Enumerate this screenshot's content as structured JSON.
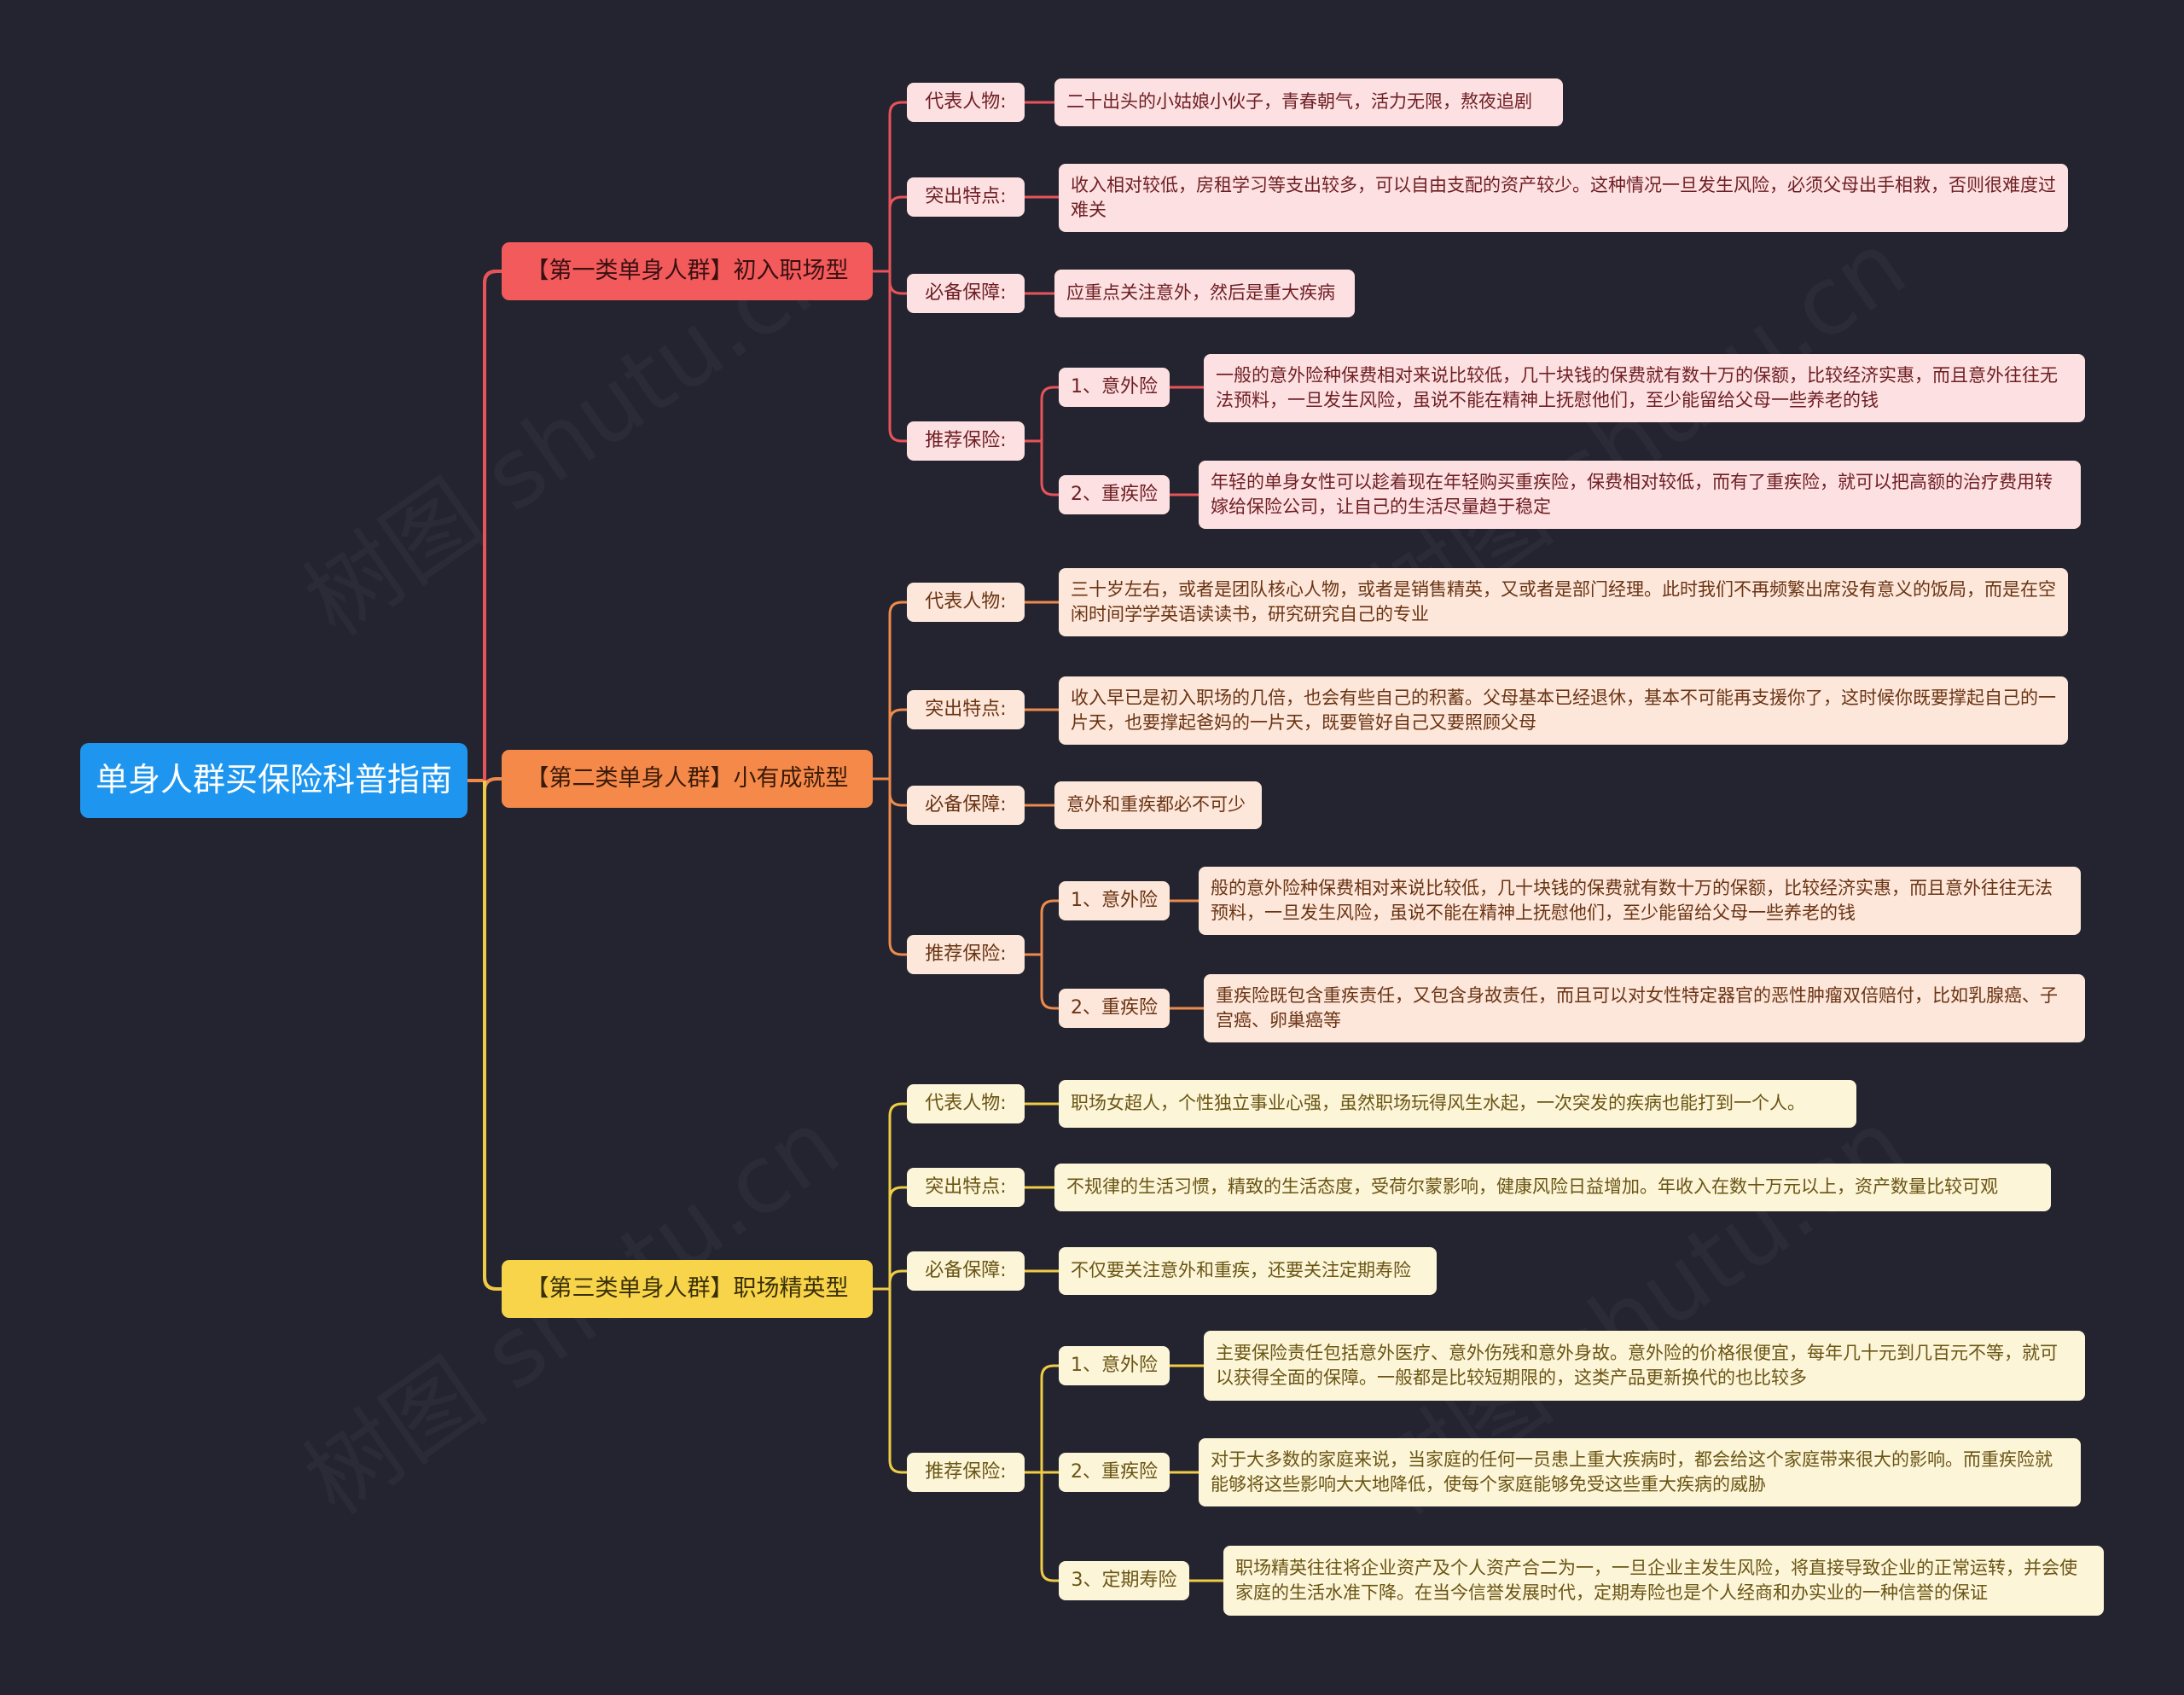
{
  "root": {
    "title": "单身人群买保险科普指南"
  },
  "colors": {
    "background": "#23242f",
    "root": "#1e96f0",
    "line_root": "#e05a4f",
    "groups": [
      {
        "line": "#e8535a",
        "branch": "#f25a5c"
      },
      {
        "line": "#ee8a4c",
        "branch": "#f5894a"
      },
      {
        "line": "#efcc45",
        "branch": "#f7d44a"
      }
    ]
  },
  "watermark": "树图 shutu.cn",
  "groups": [
    {
      "title": "【第一类单身人群】初入职场型",
      "rep_label": "代表人物:",
      "rep_text": "二十出头的小姑娘小伙子，青春朝气，活力无限，熬夜追剧",
      "feat_label": "突出特点:",
      "feat_text": "收入相对较低，房租学习等支出较多，可以自由支配的资产较少。这种情况一旦发生风险，必须父母出手相救，否则很难度过难关",
      "must_label": "必备保障:",
      "must_text": "应重点关注意外，然后是重大疾病",
      "rec_label": "推荐保险:",
      "recs": [
        {
          "name": "1、意外险",
          "text": "一般的意外险种保费相对来说比较低，几十块钱的保费就有数十万的保额，比较经济实惠，而且意外往往无法预料，一旦发生风险，虽说不能在精神上抚慰他们，至少能留给父母一些养老的钱"
        },
        {
          "name": "2、重疾险",
          "text": "年轻的单身女性可以趁着现在年轻购买重疾险，保费相对较低，而有了重疾险，就可以把高额的治疗费用转嫁给保险公司，让自己的生活尽量趋于稳定"
        }
      ]
    },
    {
      "title": "【第二类单身人群】小有成就型",
      "rep_label": "代表人物:",
      "rep_text": "三十岁左右，或者是团队核心人物，或者是销售精英，又或者是部门经理。此时我们不再频繁出席没有意义的饭局，而是在空闲时间学学英语读读书，研究研究自己的专业",
      "feat_label": "突出特点:",
      "feat_text": "收入早已是初入职场的几倍，也会有些自己的积蓄。父母基本已经退休，基本不可能再支援你了，这时候你既要撑起自己的一片天，也要撑起爸妈的一片天，既要管好自己又要照顾父母",
      "must_label": "必备保障:",
      "must_text": "意外和重疾都必不可少",
      "rec_label": "推荐保险:",
      "recs": [
        {
          "name": "1、意外险",
          "text": "般的意外险种保费相对来说比较低，几十块钱的保费就有数十万的保额，比较经济实惠，而且意外往往无法预料，一旦发生风险，虽说不能在精神上抚慰他们，至少能留给父母一些养老的钱"
        },
        {
          "name": "2、重疾险",
          "text": "重疾险既包含重疾责任，又包含身故责任，而且可以对女性特定器官的恶性肿瘤双倍赔付，比如乳腺癌、子宫癌、卵巢癌等"
        }
      ]
    },
    {
      "title": "【第三类单身人群】职场精英型",
      "rep_label": "代表人物:",
      "rep_text": "职场女超人，个性独立事业心强，虽然职场玩得风生水起，一次突发的疾病也能打到一个人。",
      "feat_label": "突出特点:",
      "feat_text": "不规律的生活习惯，精致的生活态度，受荷尔蒙影响，健康风险日益增加。年收入在数十万元以上，资产数量比较可观",
      "must_label": "必备保障:",
      "must_text": "不仅要关注意外和重疾，还要关注定期寿险",
      "rec_label": "推荐保险:",
      "recs": [
        {
          "name": "1、意外险",
          "text": "主要保险责任包括意外医疗、意外伤残和意外身故。意外险的价格很便宜，每年几十元到几百元不等，就可以获得全面的保障。一般都是比较短期限的，这类产品更新换代的也比较多"
        },
        {
          "name": "2、重疾险",
          "text": "对于大多数的家庭来说，当家庭的任何一员患上重大疾病时，都会给这个家庭带来很大的影响。而重疾险就能够将这些影响大大地降低，使每个家庭能够免受这些重大疾病的威胁"
        },
        {
          "name": "3、定期寿险",
          "text": "职场精英往往将企业资产及个人资产合二为一，一旦企业主发生风险，将直接导致企业的正常运转，并会使家庭的生活水准下降。在当今信誉发展时代，定期寿险也是个人经商和办实业的一种信誉的保证"
        }
      ]
    }
  ]
}
